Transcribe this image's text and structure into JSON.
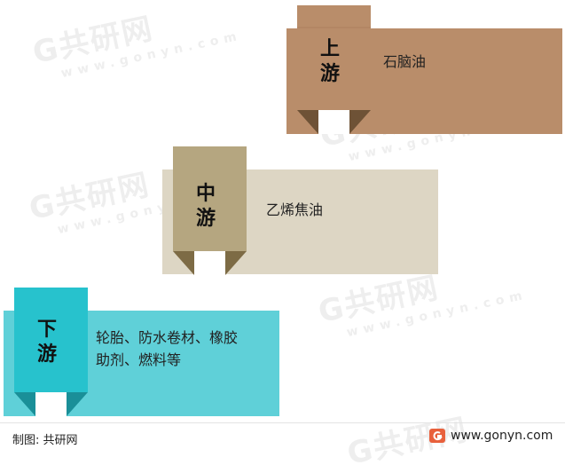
{
  "stages": [
    {
      "line1": "上",
      "line2": "游",
      "text": "石脑油",
      "color_box": "#b98d6a",
      "color_tag": "#b98d6a",
      "color_fold": "#7a5a3e"
    },
    {
      "line1": "中",
      "line2": "游",
      "text": "乙烯焦油",
      "color_box": "#ddd6c4",
      "color_tag": "#b5a680",
      "color_fold": "#7a6a44"
    },
    {
      "line1": "下",
      "line2": "游",
      "text_line1": "轮胎、防水卷材、橡胶",
      "text_line2": "助剂、燃料等",
      "color_box": "#5fd0d8",
      "color_tag": "#27c2cd",
      "color_fold": "#1a8f98"
    }
  ],
  "watermark": {
    "brand": "共研网",
    "domain": "www.gonyn.com"
  },
  "footer": {
    "source_label": "制图: 共研网",
    "site": "www.gonyn.com"
  }
}
